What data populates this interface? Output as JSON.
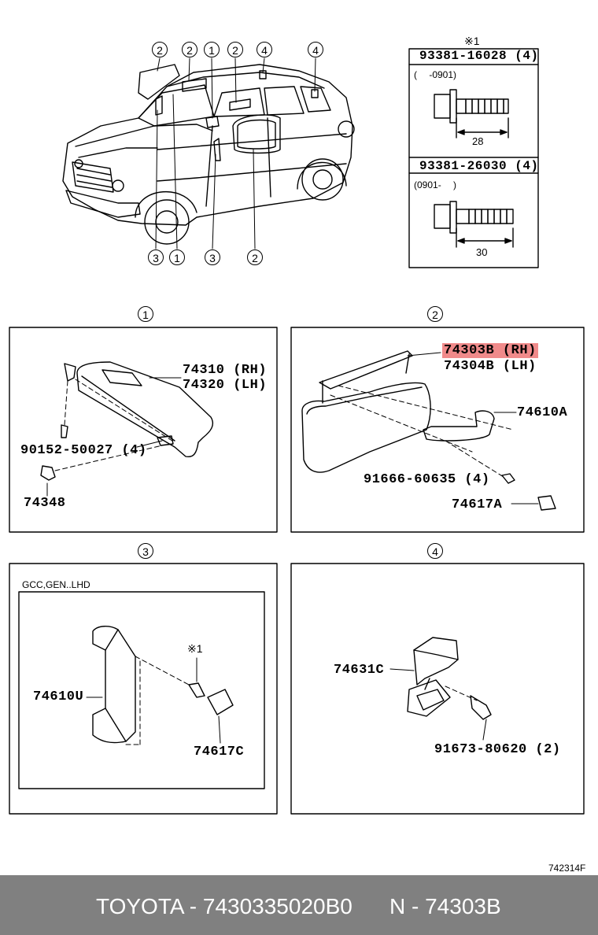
{
  "callouts": {
    "top": [
      "2",
      "2",
      "1",
      "2",
      "4",
      "4"
    ],
    "bottom": [
      "3",
      "1",
      "3",
      "2"
    ],
    "section1": "1",
    "section2": "2",
    "section3": "3",
    "section4": "4"
  },
  "bolt_table": {
    "note_mark": "※1",
    "row1": {
      "part": "93381-16028 (4)",
      "range": "(　 -0901)",
      "length": "28"
    },
    "row2": {
      "part": "93381-26030 (4)",
      "range": "(0901-　 )",
      "length": "30"
    }
  },
  "section1": {
    "rh": "74310 (RH)",
    "lh": "74320 (LH)",
    "screw": "90152-50027 (4)",
    "holder": "74348"
  },
  "section2": {
    "rh": "74303B (RH)",
    "lh": "74304B (LH)",
    "grip": "74610A",
    "screw": "91666-60635 (4)",
    "cover": "74617A"
  },
  "section3": {
    "note": "GCC,GEN..LHD",
    "grip": "74610U",
    "mark": "※1",
    "cover": "74617C"
  },
  "section4": {
    "hook": "74631C",
    "screw": "91673-80620 (2)"
  },
  "diagram_code": "742314F",
  "footer": {
    "brand_part": "TOYOTA - 7430335020B0",
    "ref": "N - 74303B"
  }
}
